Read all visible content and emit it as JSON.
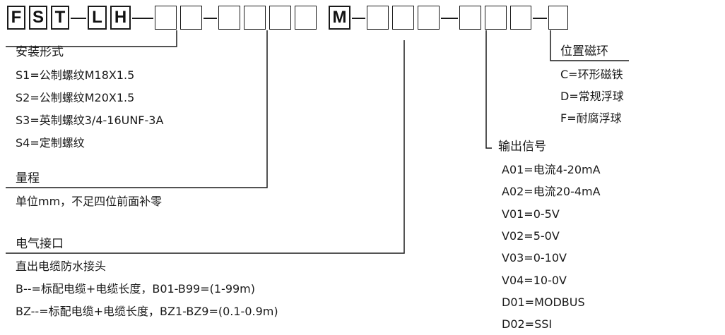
{
  "model_code": {
    "prefix_letters": [
      "F",
      "S",
      "T"
    ],
    "lh_letters": [
      "L",
      "H"
    ],
    "m_letter": "M"
  },
  "sections": {
    "mounting": {
      "title": "安装形式",
      "options": [
        "S1=公制螺纹M18X1.5",
        "S2=公制螺纹M20X1.5",
        "S3=英制螺纹3/4-16UNF-3A",
        "S4=定制螺纹"
      ]
    },
    "range": {
      "title": "量程",
      "options": [
        "单位mm，不足四位前面补零"
      ]
    },
    "electrical": {
      "title": "电气接口",
      "options": [
        "直出电缆防水接头",
        "B--=标配电缆+电缆长度，B01-B99=(1-99m)",
        "BZ--=标配电缆+电缆长度，BZ1-BZ9=(0.1-0.9m)"
      ]
    },
    "position_magnet": {
      "title": "位置磁环",
      "options": [
        "C=环形磁铁",
        "D=常规浮球",
        "F=耐腐浮球"
      ]
    },
    "output": {
      "title": "输出信号",
      "options": [
        "A01=电流4-20mA",
        "A02=电流20-4mA",
        "V01=0-5V",
        "V02=5-0V",
        "V03=0-10V",
        "V04=10-0V",
        "D01=MODBUS",
        "D02=SSI"
      ]
    }
  }
}
